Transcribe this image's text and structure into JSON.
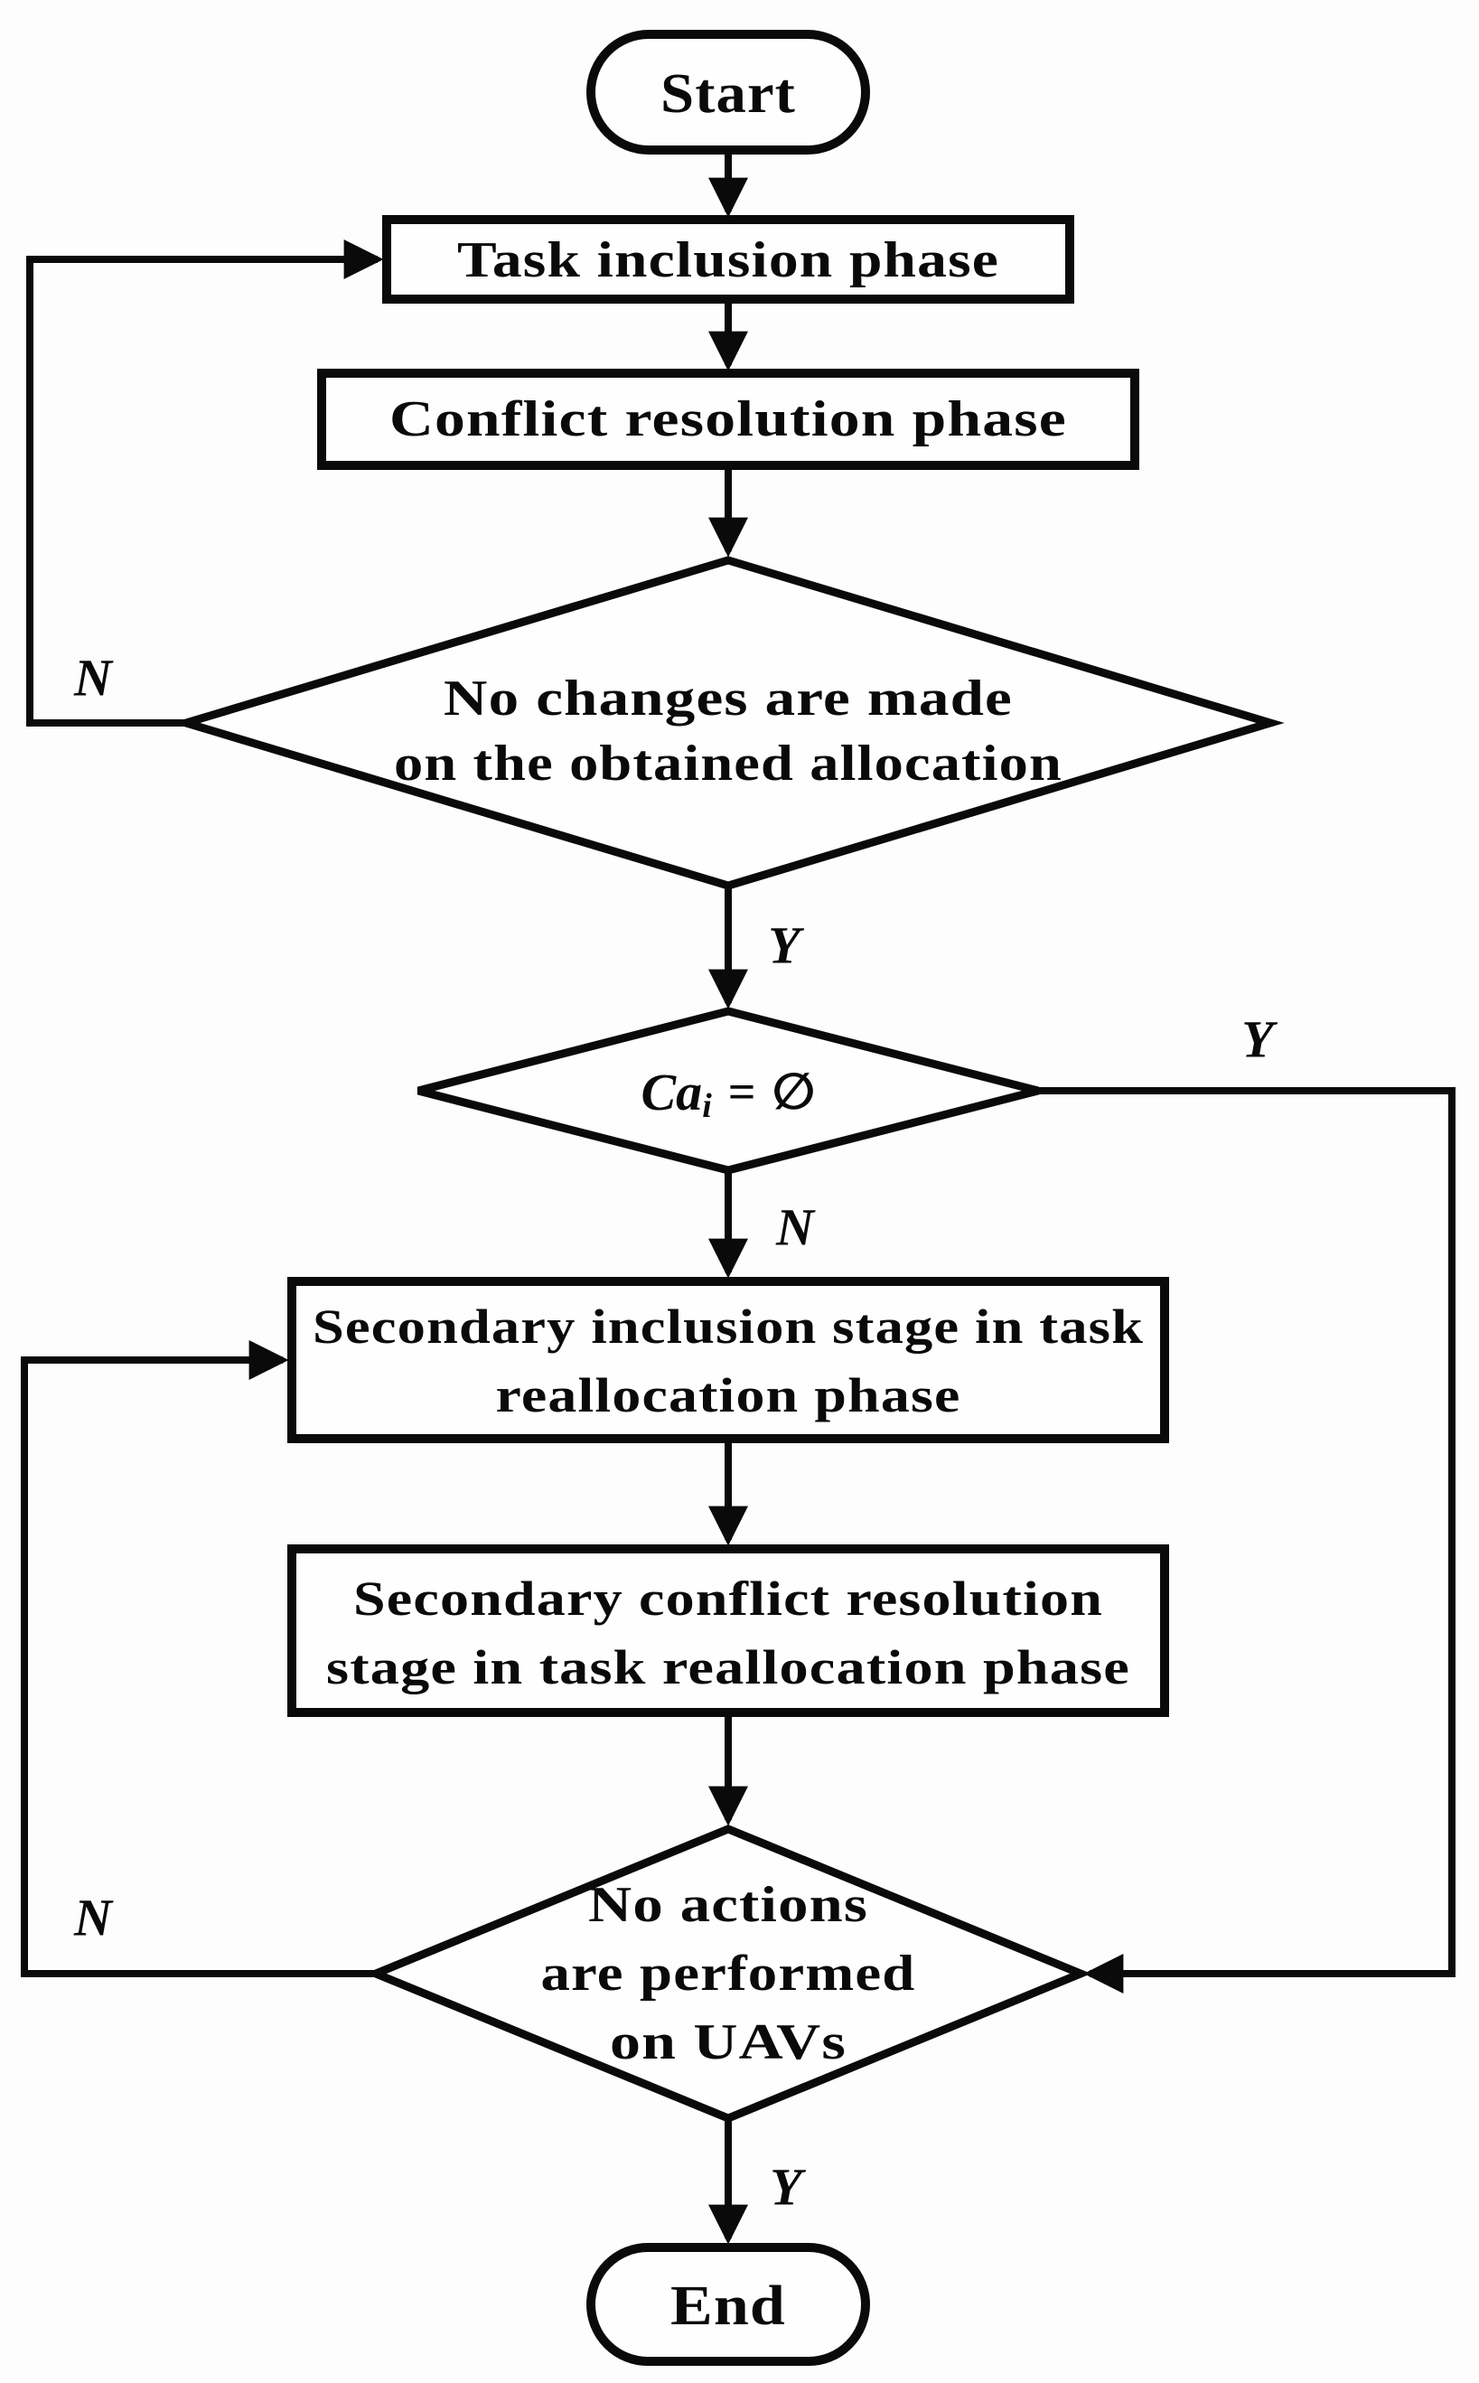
{
  "diagram": {
    "type": "flowchart",
    "colors": {
      "stroke": "#0a0a0a",
      "background": "#fdfdfd",
      "node_fill": "#fefefe"
    },
    "nodes": {
      "start": {
        "shape": "terminator",
        "label": "Start"
      },
      "task_inclusion": {
        "shape": "process",
        "label": "Task inclusion phase"
      },
      "conflict_resolution": {
        "shape": "process",
        "label": "Conflict resolution phase"
      },
      "no_changes": {
        "shape": "decision",
        "lines": [
          "No changes are made",
          "on the obtained allocation"
        ]
      },
      "ca_empty": {
        "shape": "decision",
        "parts": [
          "Ca",
          "i",
          "=",
          "∅"
        ]
      },
      "secondary_inclusion": {
        "shape": "process",
        "lines": [
          "Secondary inclusion stage in task",
          "reallocation phase"
        ]
      },
      "secondary_conflict": {
        "shape": "process",
        "lines": [
          "Secondary conflict resolution",
          "stage in task reallocation phase"
        ]
      },
      "no_actions": {
        "shape": "decision",
        "lines": [
          "No actions",
          "are performed",
          "on UAVs"
        ]
      },
      "end": {
        "shape": "terminator",
        "label": "End"
      }
    },
    "edge_labels": {
      "no_changes_no": "N",
      "no_changes_yes": "Y",
      "ca_yes": "Y",
      "ca_no": "N",
      "no_actions_no": "N",
      "no_actions_yes": "Y"
    }
  }
}
